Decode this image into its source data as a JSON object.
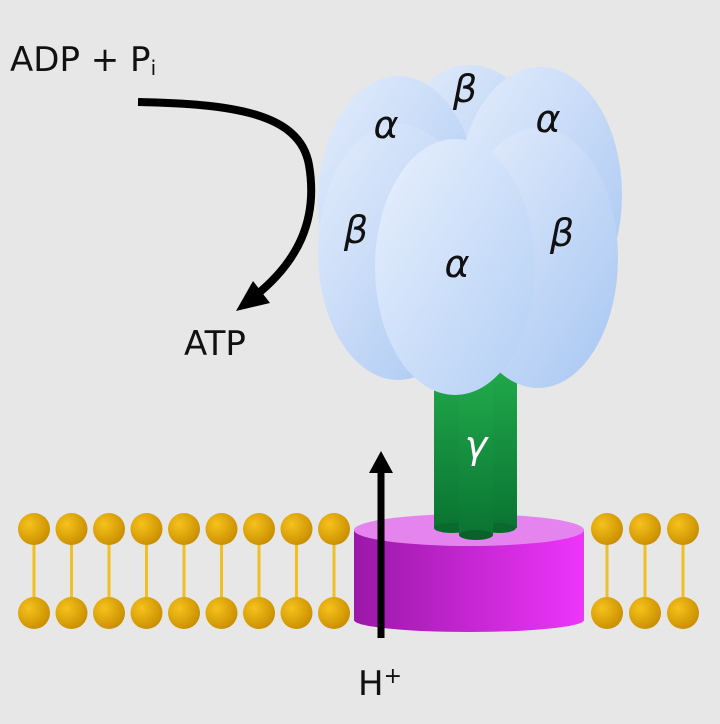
{
  "labels": {
    "substrate_main": "ADP + P",
    "substrate_sub": "i",
    "product": "ATP",
    "proton_main": "H",
    "proton_sup": "+"
  },
  "subunits": {
    "alpha": "α",
    "beta": "β",
    "gamma": "γ"
  },
  "colors": {
    "background": "#e7e7e7",
    "subunit_light": "#dde8fb",
    "subunit_dark": "#a9c8f3",
    "stalk_light": "#20a84a",
    "stalk_dark": "#0b7a33",
    "rotor_light": "#e63ef5",
    "rotor_dark": "#9a1aa8",
    "lipid_head": "#e8aa00",
    "lipid_tail": "#f0c020",
    "arrow": "#000000"
  },
  "lipids": {
    "left_count": 9,
    "right_count": 3
  }
}
